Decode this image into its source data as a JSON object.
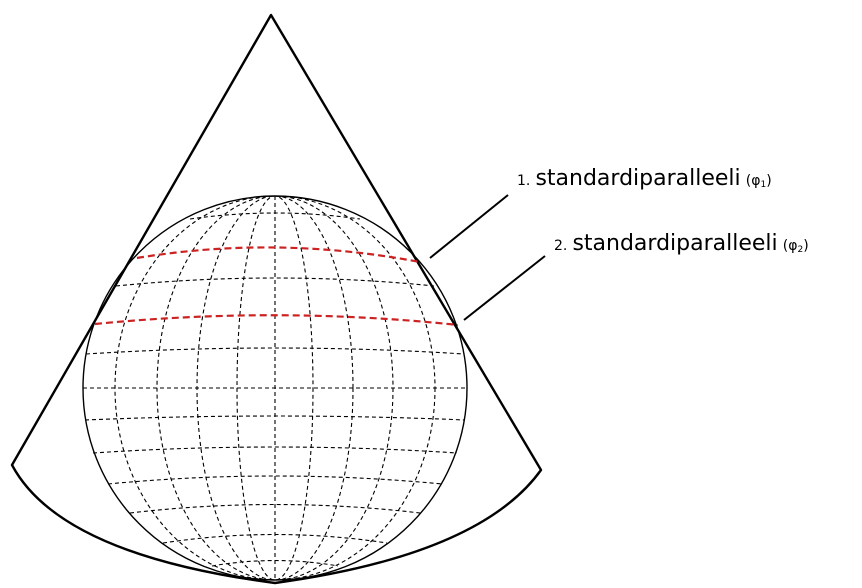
{
  "labels": [
    {
      "number": "1.",
      "text": "standardiparalleeli",
      "symbol": "φ",
      "subscript": "1"
    },
    {
      "number": "2.",
      "text": "standardiparalleeli",
      "symbol": "φ",
      "subscript": "2"
    }
  ],
  "colors": {
    "outline": "#000000",
    "graticule": "#000000",
    "standard_parallel": "#cc2222"
  }
}
